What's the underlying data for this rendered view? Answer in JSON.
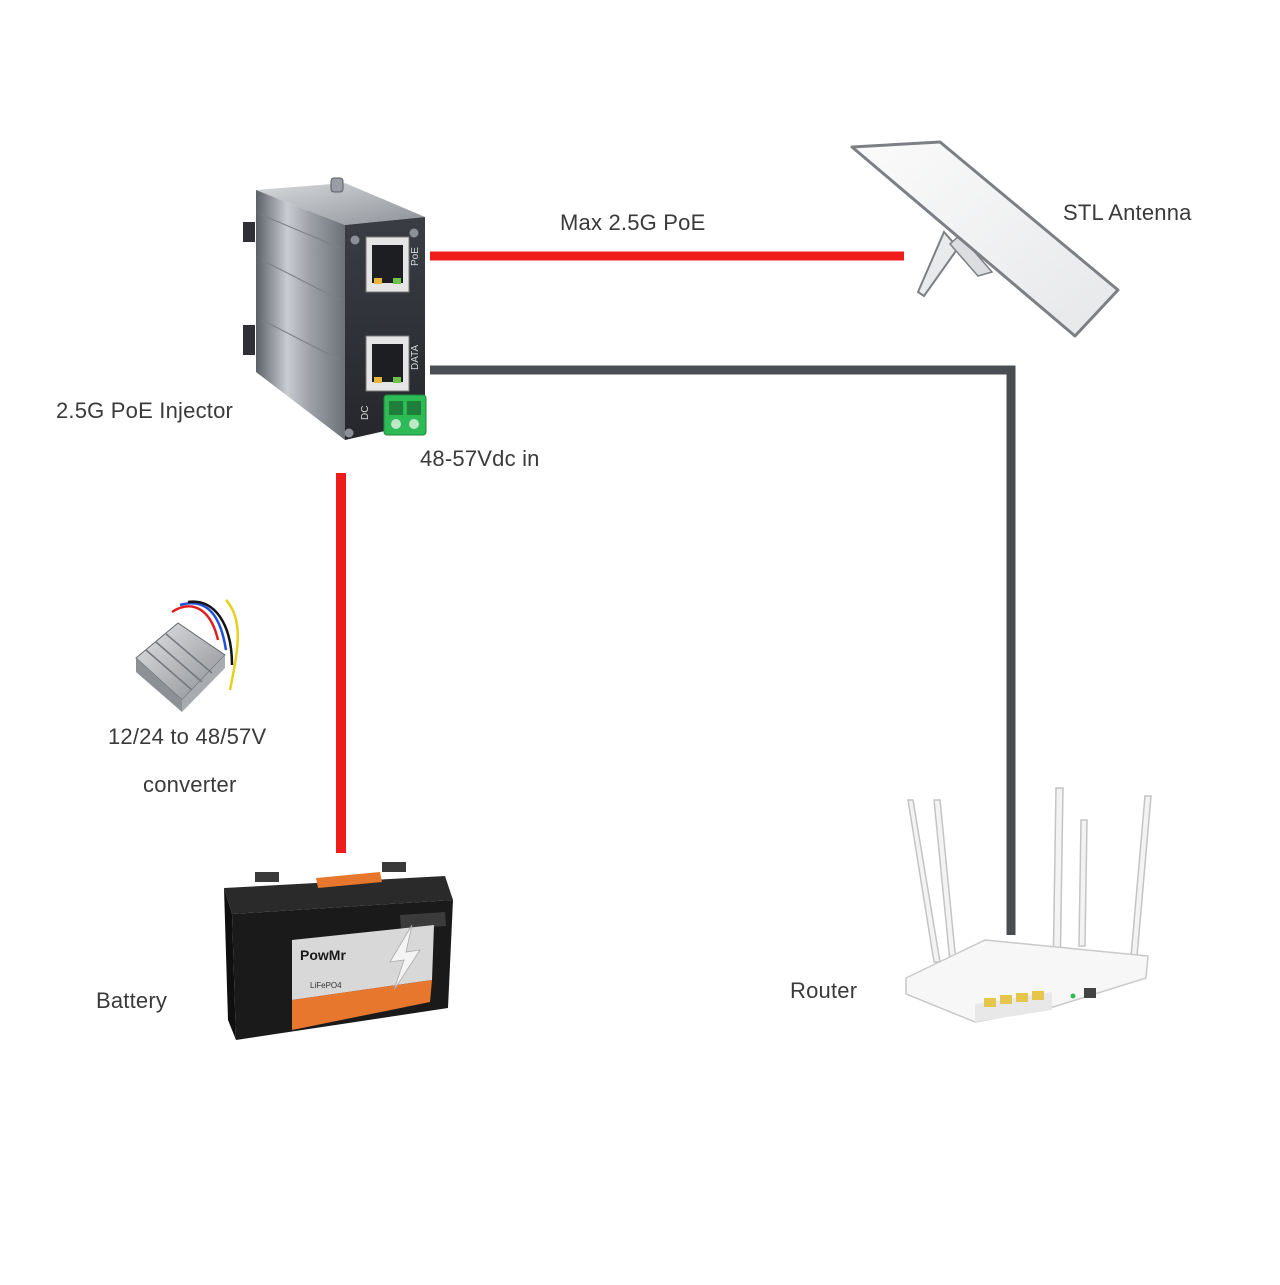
{
  "colors": {
    "poe_cable": "#f01c1c",
    "data_cable": "#4a4d52",
    "dc_cable": "#f01c1c",
    "terminal_block": "#2dbb55",
    "battery_accent": "#e8772e"
  },
  "labels": {
    "injector": "2.5G PoE Injector",
    "dc_input": "48-57Vdc in",
    "poe_link": "Max 2.5G PoE",
    "antenna": "STL Antenna",
    "converter_line1": "12/24 to 48/57V",
    "converter_line2": "converter",
    "battery": "Battery",
    "router": "Router"
  },
  "device_markings": {
    "injector_port_poe": "PoE",
    "injector_port_data": "DATA",
    "injector_dc": "DC",
    "battery_brand": "PowMr",
    "battery_chem": "LiFePO4"
  },
  "icons": {
    "injector": "poe-injector-icon",
    "antenna": "satellite-dish-icon",
    "converter": "dc-converter-icon",
    "battery": "battery-icon",
    "router": "wifi-router-icon"
  }
}
